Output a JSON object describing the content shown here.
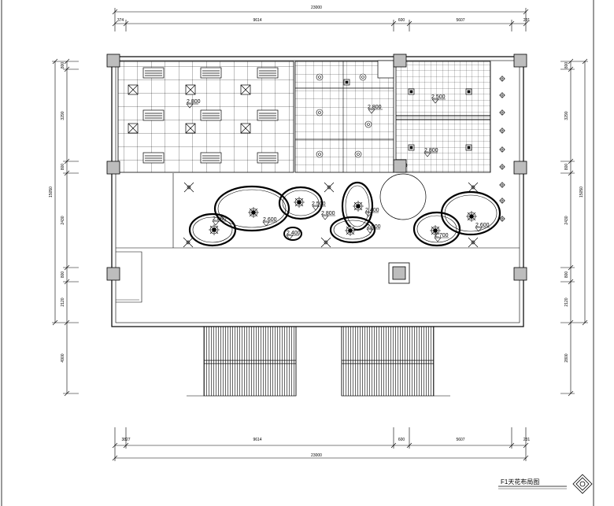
{
  "drawing": {
    "title": "F1天花布局图",
    "top_dims": {
      "total": "23000",
      "seg1": "374",
      "seg2": "9614",
      "seg3": "600",
      "seg4": "5607",
      "seg5": "231"
    },
    "bottom_dims": {
      "total": "23000",
      "seg1": "3827",
      "seg2": "9614",
      "seg3": "600",
      "seg4": "5607",
      "seg5": "231"
    },
    "left_dims": {
      "total": "15050",
      "seg1": "800",
      "seg2": "3290",
      "seg3": "800",
      "seg4": "2430",
      "seg5": "800",
      "seg6": "2120",
      "seg7": "4900"
    },
    "right_dims": {
      "total": "15050",
      "seg1": "800",
      "seg2": "3290",
      "seg3": "800",
      "seg4": "2430",
      "seg5": "800",
      "seg6": "2120",
      "seg7": "2800"
    },
    "elevations": [
      "2.800",
      "2.800",
      "2.500",
      "2.800",
      "2.800",
      "2.600",
      "2.500",
      "2.800",
      "2.400",
      "2.400",
      "2.600",
      "2.700",
      "2.600"
    ],
    "notes": [
      "",
      "",
      "",
      "",
      ""
    ]
  }
}
